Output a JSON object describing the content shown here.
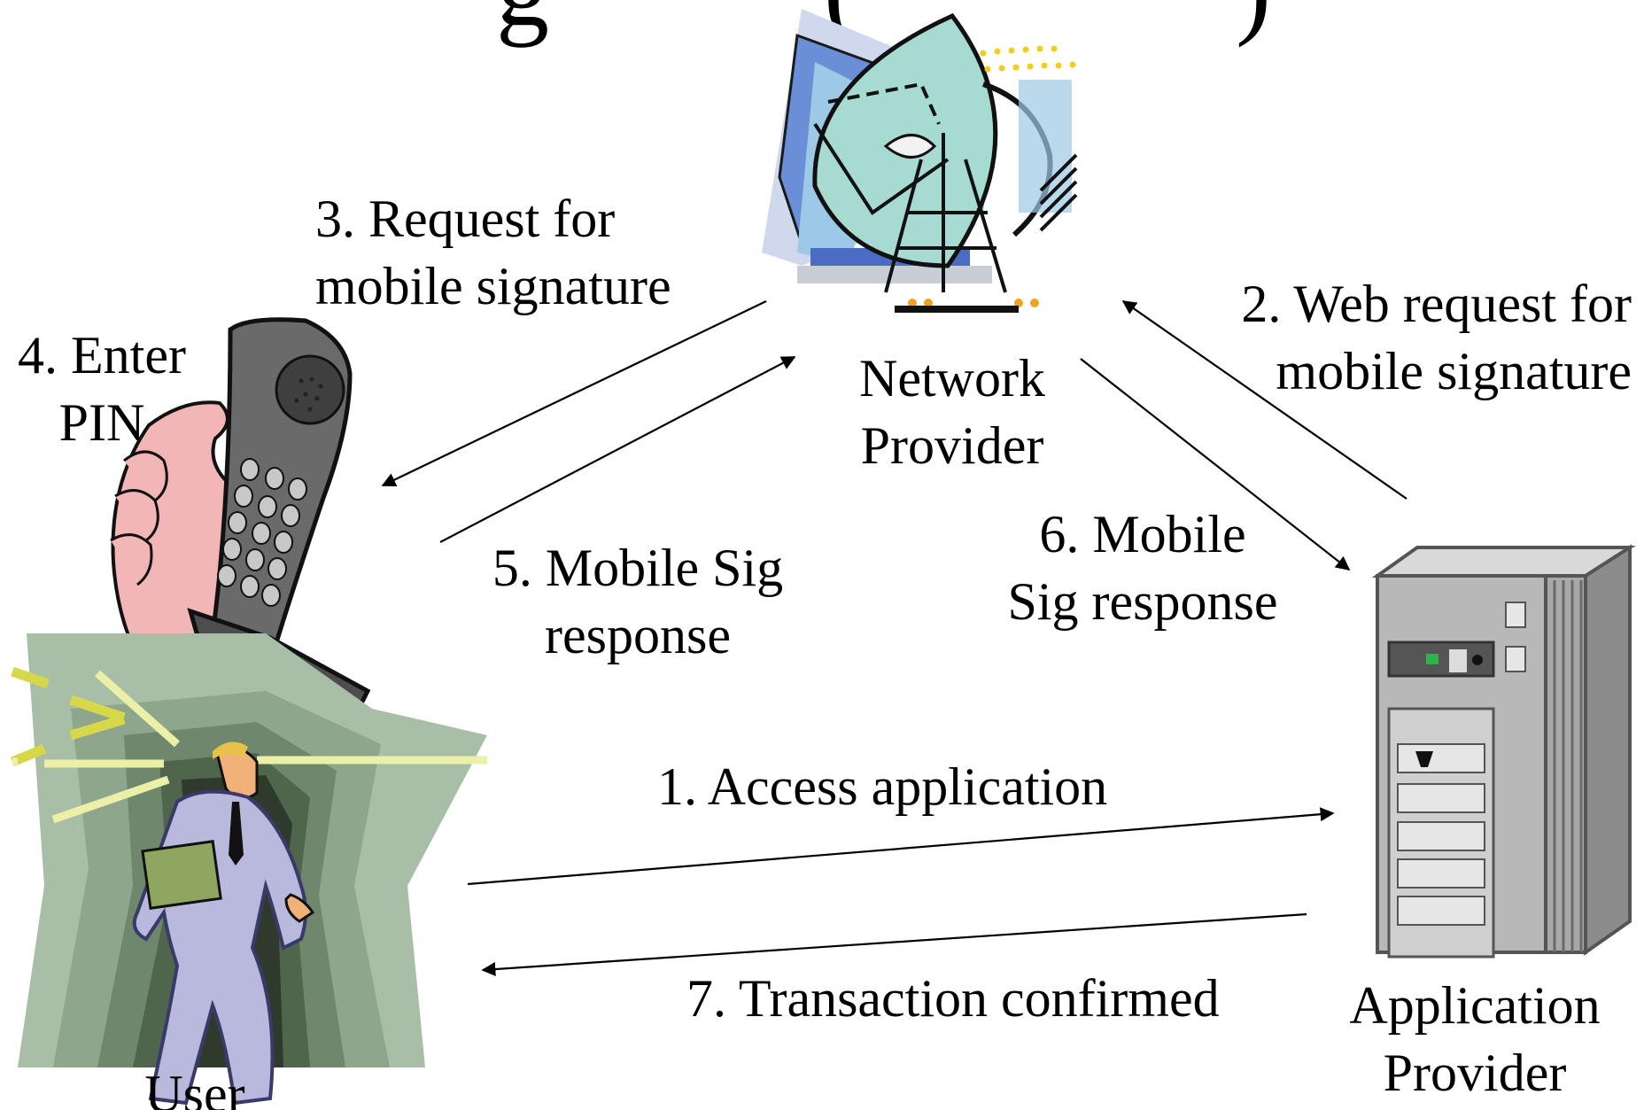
{
  "title_fragments": [
    "g",
    "(",
    ")"
  ],
  "nodes": {
    "network_provider": [
      "Network",
      "Provider"
    ],
    "application_provider": [
      "Application",
      "Provider"
    ],
    "user": "User"
  },
  "steps": {
    "s1": "1. Access application",
    "s2": [
      "2. Web request for",
      "mobile signature"
    ],
    "s3": [
      "3. Request for",
      "mobile signature"
    ],
    "s4": [
      "4. Enter",
      "PIN"
    ],
    "s5": [
      "5. Mobile Sig",
      "response"
    ],
    "s6": [
      "6. Mobile",
      "Sig response"
    ],
    "s7": "7. Transaction confirmed"
  },
  "icons": {
    "network": "satellite-dish-icon",
    "phone": "mobile-phone-icon",
    "user": "running-businessman-icon",
    "server": "server-tower-icon"
  }
}
